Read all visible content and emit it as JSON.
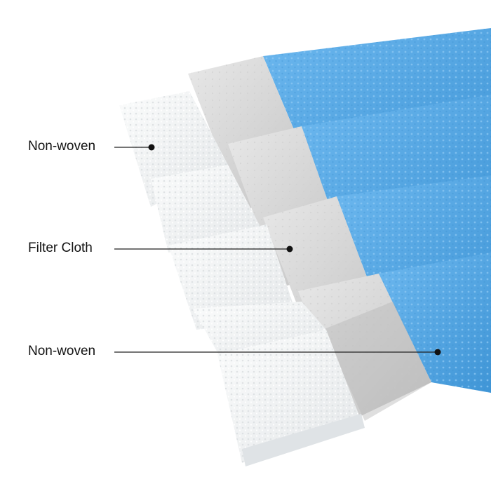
{
  "callouts": [
    {
      "label": "Non-woven",
      "dot_color": "#111111"
    },
    {
      "label": "Filter Cloth",
      "dot_color": "#111111"
    },
    {
      "label": "Non-woven",
      "dot_color": "#111111"
    }
  ],
  "colors": {
    "blue_layer": "#5aaee9",
    "blue_layer_dark": "#3f95d6",
    "gray_layer": "#dcdcdc",
    "gray_layer_dark": "#bdbdbd",
    "white_layer": "#f4f6f7",
    "white_layer_shade": "#e6e9eb",
    "leader_line": "#222222"
  }
}
